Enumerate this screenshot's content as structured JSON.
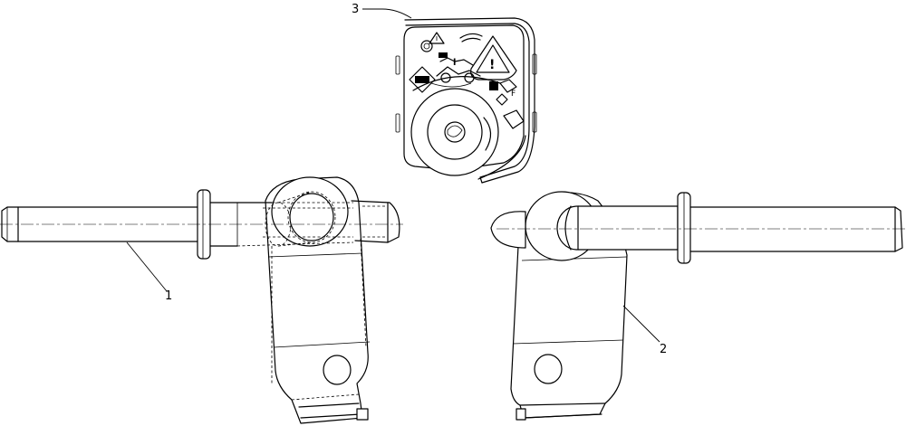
{
  "callouts": {
    "c1": "1",
    "c2": "2",
    "c3": "3"
  },
  "icons": [
    "warning-triangle-icon",
    "stop-icon",
    "machine-icon",
    "reverse-icon",
    "ignition-key-slot-icon"
  ]
}
